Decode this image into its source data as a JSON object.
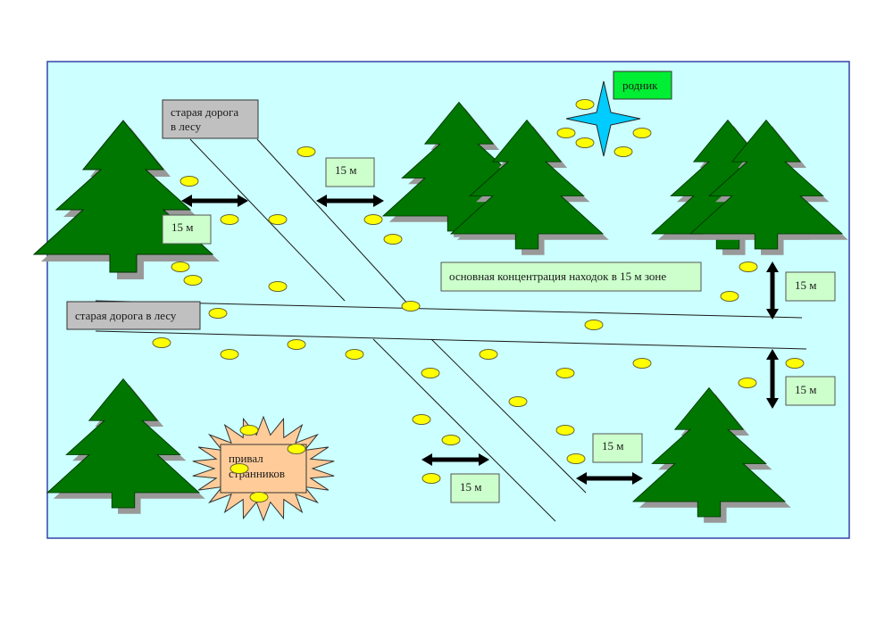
{
  "diagram": {
    "background_color": "#ccffff",
    "border_color": "#3344aa",
    "colors": {
      "tree": "#007700",
      "tree_shadow": "#999999",
      "find": "#ffff00",
      "spring_star": "#00ccff",
      "spring_label_bg": "#00ee33",
      "road_label_bg": "#c0c0c0",
      "distance_label_bg": "#ccffcc",
      "camp_fill": "#ffcc99"
    },
    "labels": {
      "road_top": [
        "старая дорога",
        "в лесу"
      ],
      "road_left": "старая дорога в лесу",
      "spring": "родник",
      "concentration_note": "основная концентрация находок в 15 м зоне",
      "camp": [
        "привал",
        "странников"
      ],
      "distance": "15 м"
    },
    "distance_labels": [
      {
        "id": "dist-top-left",
        "text": "15 м"
      },
      {
        "id": "dist-top-center",
        "text": "15 м"
      },
      {
        "id": "dist-right-upper",
        "text": "15 м"
      },
      {
        "id": "dist-right-lower",
        "text": "15 м"
      },
      {
        "id": "dist-bottom-center",
        "text": "15 м"
      },
      {
        "id": "dist-bottom-right",
        "text": "15 м"
      }
    ],
    "legend_meaning": {
      "yellow_oval": "находка",
      "tree": "ель",
      "star": "родник"
    }
  }
}
